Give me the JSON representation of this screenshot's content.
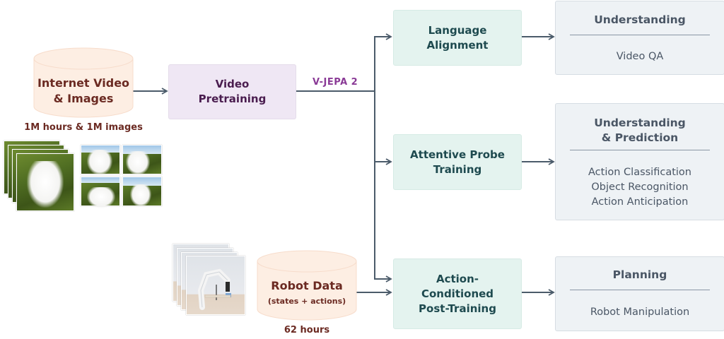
{
  "diagram": {
    "sources": {
      "internet": {
        "title_line1": "Internet Video",
        "title_line2": "& Images",
        "caption": "1M hours & 1M images",
        "thumbnails": [
          "dog-video-frames-icon",
          "dog-image-grid-icon"
        ]
      },
      "robot": {
        "title": "Robot Data",
        "subtitle": "(states + actions)",
        "caption": "62 hours",
        "thumbnails": [
          "robot-arm-frames-icon"
        ]
      }
    },
    "stages": {
      "pretraining": {
        "label": "Video\nPretraining"
      },
      "model_label": "V-JEPA 2",
      "language": {
        "label": "Language\nAlignment"
      },
      "probe": {
        "label": "Attentive Probe\nTraining"
      },
      "action": {
        "label": "Action-\nConditioned\nPost-Training"
      }
    },
    "results": {
      "understanding": {
        "title": "Understanding",
        "items": [
          "Video QA"
        ]
      },
      "prediction": {
        "title": "Understanding\n& Prediction",
        "items": [
          "Action Classification",
          "Object Recognition",
          "Action Anticipation"
        ]
      },
      "planning": {
        "title": "Planning",
        "items": [
          "Robot Manipulation"
        ]
      }
    },
    "colors": {
      "source_fill": "#fdeee3",
      "source_text": "#6b2a22",
      "pretrain_fill": "#efe7f4",
      "stage_fill": "#e4f3ef",
      "result_fill": "#eef2f5",
      "connector": "#4b5b6a",
      "model_label": "#8a3a96"
    }
  }
}
